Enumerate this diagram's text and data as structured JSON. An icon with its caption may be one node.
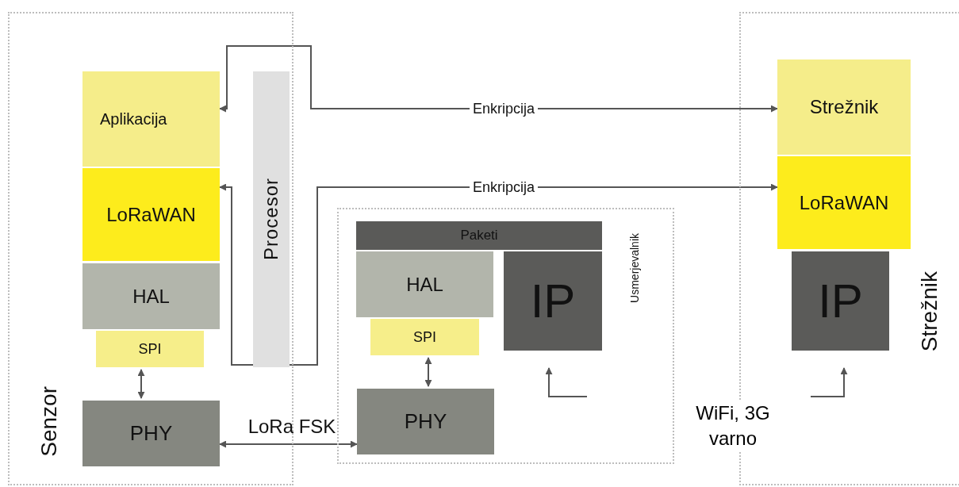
{
  "diagram": {
    "nodes": [
      {
        "text": [
          "Senzor"
        ]
      },
      {
        "text": [
          "Aplikacija"
        ],
        "in": 0
      },
      {
        "text": [
          "LoRaWAN"
        ],
        "in": 0
      },
      {
        "text": [
          "HAL"
        ],
        "in": 0
      },
      {
        "text": [
          "SPI"
        ],
        "in": 0
      },
      {
        "text": [
          "Procesor"
        ],
        "in": 0
      },
      {
        "text": [
          "PHY"
        ],
        "in": 0
      },
      {
        "text": [
          "Usmerjevalnik"
        ]
      },
      {
        "text": [
          "Paketi"
        ],
        "in": 7
      },
      {
        "text": [
          "HAL"
        ],
        "in": 7
      },
      {
        "text": [
          "SPI"
        ],
        "in": 7
      },
      {
        "text": [
          "IP"
        ],
        "in": 7
      },
      {
        "text": [
          "PHY"
        ],
        "in": 7
      },
      {
        "text": [
          "Strežnik"
        ]
      },
      {
        "text": [
          "Strežnik"
        ],
        "in": 13
      },
      {
        "text": [
          "LoRaWAN"
        ],
        "in": 13
      },
      {
        "text": [
          "IP"
        ],
        "in": 13
      }
    ],
    "edges": [
      {
        "from": 1,
        "to": 14,
        "arrow": "both",
        "label": "Enkripcija"
      },
      {
        "from": 2,
        "to": 15,
        "arrow": "both",
        "label": "Enkripcija"
      },
      {
        "from": 4,
        "to": 6,
        "arrow": "both"
      },
      {
        "from": 6,
        "to": 12,
        "arrow": "both",
        "label": "LoRa FSK"
      },
      {
        "from": 10,
        "to": 12,
        "arrow": "both"
      },
      {
        "from": null,
        "to": 11,
        "arrow": "to"
      },
      {
        "from": null,
        "to": 16,
        "arrow": "to"
      }
    ],
    "labels": [
      "WiFi, 3G varno"
    ]
  }
}
